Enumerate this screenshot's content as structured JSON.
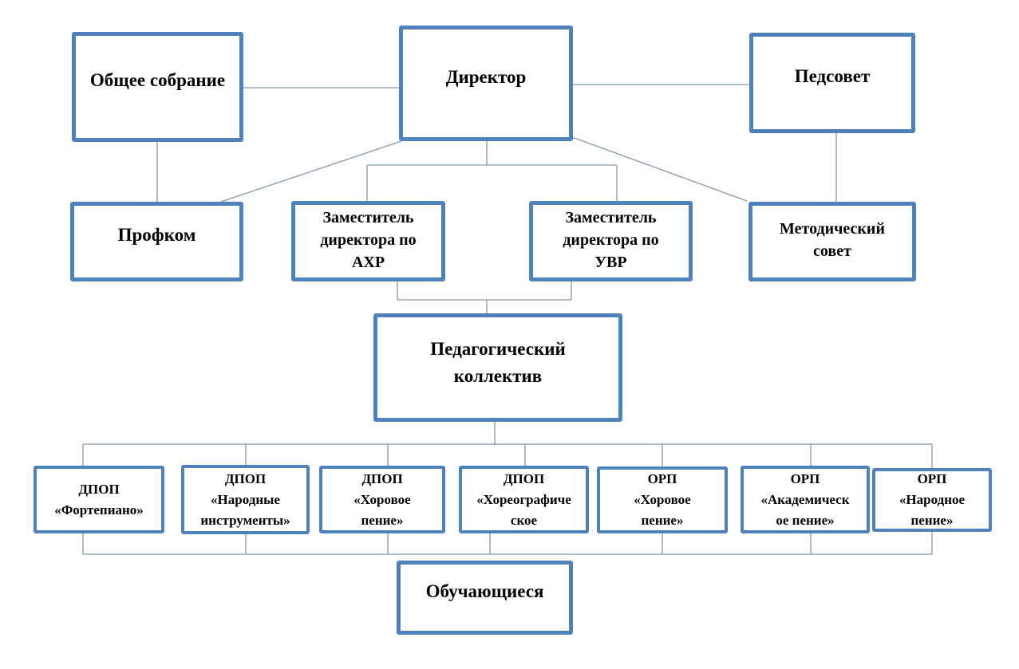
{
  "diagram": {
    "type": "org-chart",
    "language": "ru",
    "colors": {
      "box_border": "#4f81bd",
      "connector_line": "#8498ab",
      "text": "#000000",
      "background": "#ffffff"
    },
    "nodes": [
      {
        "id": "general-assembly",
        "label": "Общее собрание",
        "lines": [
          "Общее собрание"
        ]
      },
      {
        "id": "director",
        "label": "Директор",
        "lines": [
          "Директор"
        ]
      },
      {
        "id": "pedagogical-council",
        "label": "Педсовет",
        "lines": [
          "Педсовет"
        ]
      },
      {
        "id": "trade-union",
        "label": "Профком",
        "lines": [
          "Профком"
        ]
      },
      {
        "id": "deputy-director-ahr",
        "label": "Заместитель директора по АХР",
        "lines": [
          "Заместитель",
          "директора по",
          "АХР"
        ]
      },
      {
        "id": "deputy-director-uvr",
        "label": "Заместитель директора по УВР",
        "lines": [
          "Заместитель",
          "директора по",
          "УВР"
        ]
      },
      {
        "id": "methodical-council",
        "label": "Методический совет",
        "lines": [
          "Методический",
          "совет"
        ]
      },
      {
        "id": "teaching-staff",
        "label": "Педагогический коллектив",
        "lines": [
          "Педагогический",
          "коллектив"
        ]
      },
      {
        "id": "dpop-fortepiano",
        "label": "ДПОП «Фортепиано»",
        "lines": [
          "ДПОП",
          "«Фортепиано»"
        ]
      },
      {
        "id": "dpop-narodnye-instrumenty",
        "label": "ДПОП «Народные инструменты»",
        "lines": [
          "ДПОП",
          "«Народные",
          "инструменты»"
        ]
      },
      {
        "id": "dpop-khorovoe-penie",
        "label": "ДПОП «Хоровое пение»",
        "lines": [
          "ДПОП",
          "«Хоровое",
          "пение»"
        ]
      },
      {
        "id": "dpop-khoreograficheskoe",
        "label": "ДПОП «Хореографическое",
        "lines": [
          "ДПОП",
          "«Хореографиче",
          "ское"
        ]
      },
      {
        "id": "orp-khorovoe-penie",
        "label": "ОРП «Хоровое пение»",
        "lines": [
          "ОРП",
          "«Хоровое",
          "пение»"
        ]
      },
      {
        "id": "orp-akademicheskoe-penie",
        "label": "ОРП «Академическое пение»",
        "lines": [
          "ОРП",
          "«Академическ",
          "ое пение»"
        ]
      },
      {
        "id": "orp-narodnoe-penie",
        "label": "ОРП «Народное пение»",
        "lines": [
          "ОРП",
          "«Народное",
          "пение»"
        ]
      },
      {
        "id": "students",
        "label": "Обучающиеся",
        "lines": [
          "Обучающиеся"
        ]
      }
    ],
    "edges": [
      {
        "from": "general-assembly",
        "to": "director"
      },
      {
        "from": "director",
        "to": "pedagogical-council"
      },
      {
        "from": "general-assembly",
        "to": "trade-union"
      },
      {
        "from": "director",
        "to": "trade-union"
      },
      {
        "from": "director",
        "to": "deputy-director-ahr"
      },
      {
        "from": "director",
        "to": "deputy-director-uvr"
      },
      {
        "from": "director",
        "to": "methodical-council"
      },
      {
        "from": "pedagogical-council",
        "to": "methodical-council"
      },
      {
        "from": "deputy-director-ahr",
        "to": "teaching-staff"
      },
      {
        "from": "deputy-director-uvr",
        "to": "teaching-staff"
      },
      {
        "from": "teaching-staff",
        "to": "dpop-fortepiano"
      },
      {
        "from": "teaching-staff",
        "to": "dpop-narodnye-instrumenty"
      },
      {
        "from": "teaching-staff",
        "to": "dpop-khorovoe-penie"
      },
      {
        "from": "teaching-staff",
        "to": "dpop-khoreograficheskoe"
      },
      {
        "from": "teaching-staff",
        "to": "orp-khorovoe-penie"
      },
      {
        "from": "teaching-staff",
        "to": "orp-akademicheskoe-penie"
      },
      {
        "from": "teaching-staff",
        "to": "orp-narodnoe-penie"
      },
      {
        "from": "dpop-fortepiano",
        "to": "students"
      },
      {
        "from": "dpop-narodnye-instrumenty",
        "to": "students"
      },
      {
        "from": "dpop-khorovoe-penie",
        "to": "students"
      },
      {
        "from": "dpop-khoreograficheskoe",
        "to": "students"
      },
      {
        "from": "orp-khorovoe-penie",
        "to": "students"
      },
      {
        "from": "orp-akademicheskoe-penie",
        "to": "students"
      },
      {
        "from": "orp-narodnoe-penie",
        "to": "students"
      }
    ]
  }
}
